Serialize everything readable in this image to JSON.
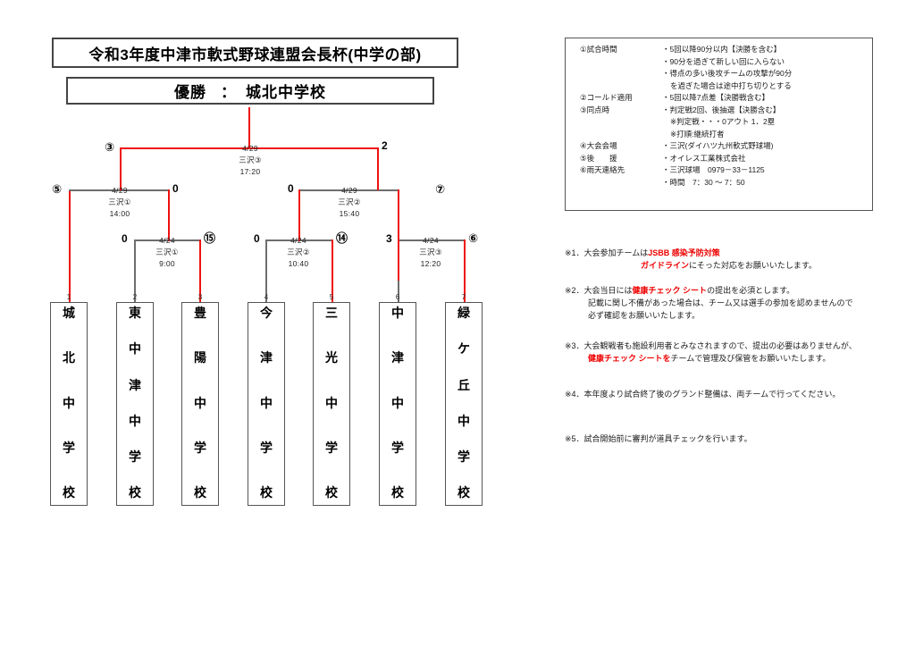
{
  "header": {
    "main_title": "令和3年度中津市軟式野球連盟会長杯(中学の部)",
    "champion_label": "優勝",
    "champion_sep": "：",
    "champion_team": "城北中学校"
  },
  "teams": [
    {
      "seed": "1",
      "name": "城北中学校",
      "chars": [
        "城",
        "北",
        "中",
        "学",
        "校"
      ]
    },
    {
      "seed": "2",
      "name": "東中津中学校",
      "chars": [
        "東",
        "中",
        "津",
        "中",
        "学",
        "校"
      ]
    },
    {
      "seed": "3",
      "name": "豊陽中学校",
      "chars": [
        "豊",
        "陽",
        "中",
        "学",
        "校"
      ]
    },
    {
      "seed": "4",
      "name": "今津中学校",
      "chars": [
        "今",
        "津",
        "中",
        "学",
        "校"
      ]
    },
    {
      "seed": "5",
      "name": "三光中学校",
      "chars": [
        "三",
        "光",
        "中",
        "学",
        "校"
      ]
    },
    {
      "seed": "6",
      "name": "中津中学校",
      "chars": [
        "中",
        "津",
        "中",
        "学",
        "校"
      ]
    },
    {
      "seed": "7",
      "name": "緑ケ丘中学校",
      "chars": [
        "緑",
        "ケ",
        "丘",
        "中",
        "学",
        "校"
      ]
    }
  ],
  "matches": {
    "r1_m1": {
      "date": "4/24",
      "venue": "三沢①",
      "time": "9:00",
      "left_score": "0",
      "right_score": "⑮"
    },
    "r1_m2": {
      "date": "4/24",
      "venue": "三沢②",
      "time": "10:40",
      "left_score": "0",
      "right_score": "⑭"
    },
    "r1_m3": {
      "date": "4/24",
      "venue": "三沢③",
      "time": "12:20",
      "left_score": "3",
      "right_score": "⑥"
    },
    "r2_m1": {
      "date": "4/29",
      "venue": "三沢①",
      "time": "14:00",
      "left_score": "⑤",
      "right_score": "0"
    },
    "r2_m2": {
      "date": "4/29",
      "venue": "三沢②",
      "time": "15:40",
      "left_score": "0",
      "right_score": "⑦"
    },
    "final": {
      "date": "4/29",
      "venue": "三沢③",
      "time": "17:20",
      "left_score": "③",
      "right_score": "2"
    }
  },
  "rules": [
    {
      "label": "①試合時間",
      "items": [
        {
          "text": "・5回以降90分以内【決勝を含む】",
          "indent": false
        },
        {
          "text": "・90分を過ぎて新しい回に入らない",
          "indent": false
        },
        {
          "text": "・得点の多い後攻チームの攻撃が90分",
          "indent": false
        },
        {
          "text": "を過ぎた場合は途中打ち切りとする",
          "indent": true
        }
      ]
    },
    {
      "label": "②コールド適用",
      "items": [
        {
          "text": "・5回以降7点差【決勝戦含む】",
          "indent": false
        }
      ]
    },
    {
      "label": "③同点時",
      "items": [
        {
          "text": "・判定戦2回、後抽選【決勝含む】",
          "indent": false
        },
        {
          "text": "※判定戦・・・0アウト 1．2塁",
          "indent": true
        },
        {
          "text": "※打順:継続打者",
          "indent": true
        }
      ]
    },
    {
      "label": "④大会会場",
      "items": [
        {
          "text": "・三沢(ダイハツ九州軟式野球場)",
          "indent": false
        }
      ]
    },
    {
      "label": "⑤後　　援",
      "items": [
        {
          "text": "・オイレス工業株式会社",
          "indent": false
        }
      ]
    },
    {
      "label": "⑥雨天連絡先",
      "items": [
        {
          "text": "・三沢球場　0979－33－1125",
          "indent": false
        },
        {
          "text": "・時間　7：30 ～ 7：50",
          "indent": false
        }
      ]
    }
  ],
  "notes": [
    {
      "id": "note1",
      "lines": [
        {
          "indent": 0,
          "segments": [
            {
              "t": "※1．大会参加チームは",
              "red": false
            },
            {
              "t": "JSBB 感染予防対策",
              "red": true
            }
          ]
        },
        {
          "indent": 2,
          "segments": [
            {
              "t": "ガイドライン",
              "red": true
            },
            {
              "t": "にそった対応をお願いいたします。",
              "red": false
            }
          ]
        }
      ]
    },
    {
      "id": "note2",
      "lines": [
        {
          "indent": 0,
          "segments": [
            {
              "t": "※2．大会当日には",
              "red": false
            },
            {
              "t": "健康チェック シート",
              "red": true
            },
            {
              "t": "の提出を必須とします。",
              "red": false
            }
          ]
        },
        {
          "indent": 1,
          "segments": [
            {
              "t": "記載に関し不備があった場合は、チーム又は選手の参加を認めませんので",
              "red": false
            }
          ]
        },
        {
          "indent": 1,
          "segments": [
            {
              "t": "必ず確認をお願いいたします。",
              "red": false
            }
          ]
        }
      ]
    },
    {
      "id": "note3",
      "lines": [
        {
          "indent": 0,
          "segments": [
            {
              "t": "※3．大会観戦者も施設利用者とみなされますので、提出の必要はありませんが、",
              "red": false
            }
          ]
        },
        {
          "indent": 1,
          "segments": [
            {
              "t": "健康チェック シートを",
              "red": true
            },
            {
              "t": "チームで管理及び保管をお願いいたします。",
              "red": false
            }
          ]
        }
      ]
    },
    {
      "id": "note4",
      "lines": [
        {
          "indent": 0,
          "segments": [
            {
              "t": "※4．本年度より試合終了後のグランド整備は、両チームで行ってください。",
              "red": false
            }
          ]
        }
      ]
    },
    {
      "id": "note5",
      "lines": [
        {
          "indent": 0,
          "segments": [
            {
              "t": "※5．試合開始前に審判が道具チェックを行います。",
              "red": false
            }
          ]
        }
      ]
    }
  ],
  "colors": {
    "winner_path": "#ee1111",
    "loser_path": "#6e6e6e",
    "note_highlight": "#ee0000"
  }
}
